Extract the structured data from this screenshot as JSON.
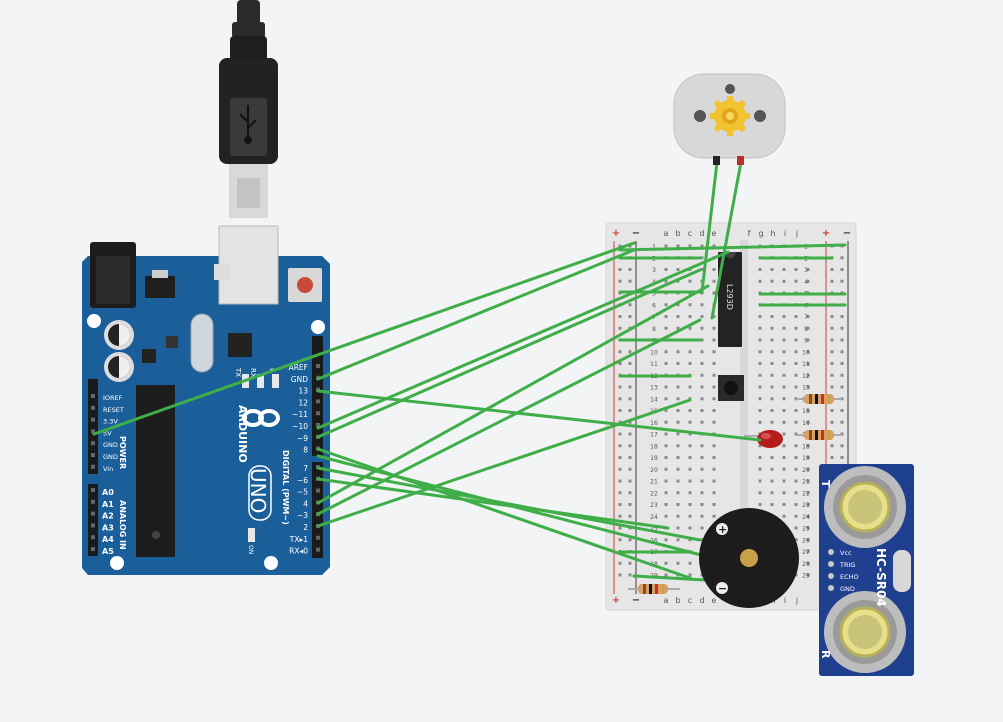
{
  "arduino": {
    "brand": "ARDUINO",
    "model": "UNO",
    "logo_symbols": "-+",
    "on_label": "ON",
    "led_labels": [
      "TX",
      "RX",
      "L"
    ],
    "power_header_title": "POWER",
    "analog_header_title": "ANALOG IN",
    "digital_header_title": "DIGITAL (PWM~)",
    "power_pins": [
      "IOREF",
      "RESET",
      "3.3V",
      "5V",
      "GND",
      "GND",
      "Vin"
    ],
    "analog_pins": [
      "A0",
      "A1",
      "A2",
      "A3",
      "A4",
      "A5"
    ],
    "digital_pins_top": [
      "AREF",
      "GND",
      "13",
      "12",
      "~11",
      "~10",
      "~9",
      "8"
    ],
    "digital_pins_bottom": [
      "7",
      "~6",
      "~5",
      "4",
      "~3",
      "2",
      "TX▸1",
      "RX◂0"
    ]
  },
  "breadboard": {
    "column_letters_left": [
      "a",
      "b",
      "c",
      "d",
      "e"
    ],
    "column_letters_right": [
      "f",
      "g",
      "h",
      "i",
      "j"
    ],
    "rail_plus": "+",
    "rail_minus": "−",
    "row_numbers": [
      "1",
      "2",
      "3",
      "4",
      "5",
      "6",
      "7",
      "8",
      "9",
      "10",
      "11",
      "12",
      "13",
      "14",
      "15",
      "16",
      "17",
      "18",
      "19",
      "20",
      "21",
      "22",
      "23",
      "24",
      "25",
      "26",
      "27",
      "28",
      "29"
    ]
  },
  "motor_driver": {
    "label": "L293D"
  },
  "buzzer": {
    "plus": "+",
    "minus": "−"
  },
  "ultrasonic": {
    "model": "HC-SR04",
    "pins": [
      "Vcc",
      "TRIG",
      "ECHO",
      "GND"
    ],
    "side_marks": [
      "T",
      "R"
    ]
  },
  "colors": {
    "wire": "#3fae49",
    "board_blue": "#1b5f9a",
    "breadboard": "#e6e6e6",
    "sensor_blue": "#1f3f8f",
    "led": "#b31d1d"
  }
}
